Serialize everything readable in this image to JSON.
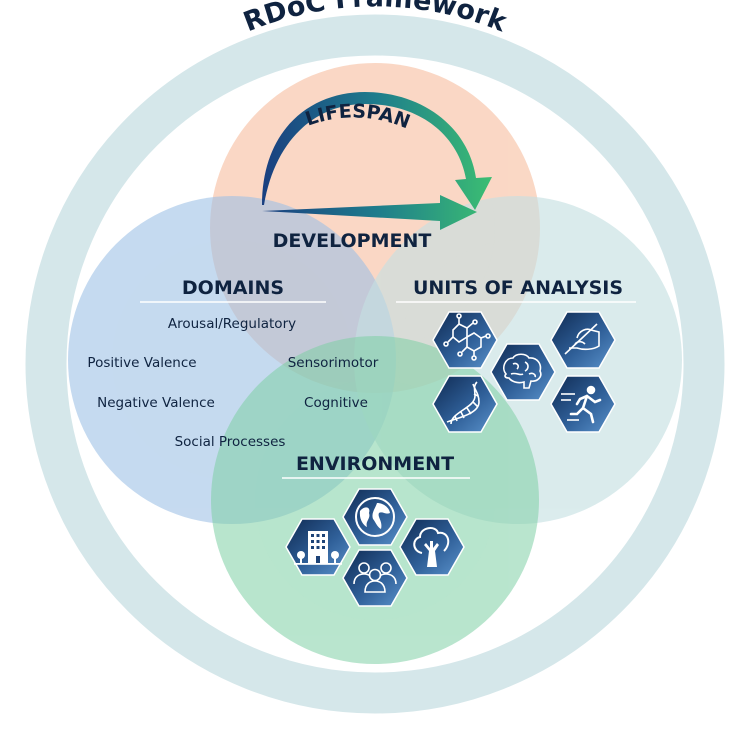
{
  "title": "RDoC Framework",
  "lifespan_label": "LIFESPAN",
  "development_label": "DEVELOPMENT",
  "domains": {
    "heading": "DOMAINS",
    "items": [
      "Arousal/Regulatory",
      "Positive Valence",
      "Sensorimotor",
      "Negative Valence",
      "Cognitive",
      "Social Processes"
    ]
  },
  "units_of_analysis": {
    "heading": "UNITS OF ANALYSIS",
    "icons": [
      "molecule-icon",
      "brain-icon",
      "hand-writing-icon",
      "dna-icon",
      "runner-icon"
    ]
  },
  "environment": {
    "heading": "ENVIRONMENT",
    "icons": [
      "globe-icon",
      "building-icon",
      "tree-icon",
      "people-icon"
    ]
  },
  "colors": {
    "outer_ring": "#d5e7ea",
    "development_circle": "#f9ccb4",
    "domains_circle": "#a8c7e8",
    "units_circle": "#c6e1e3",
    "environment_circle": "#8fd6b0",
    "text": "#0f2340",
    "hex_dark": "#13305a",
    "hex_light": "#4f86bf",
    "arrow_start": "#1d4f8c",
    "arrow_end": "#3bbd73"
  }
}
